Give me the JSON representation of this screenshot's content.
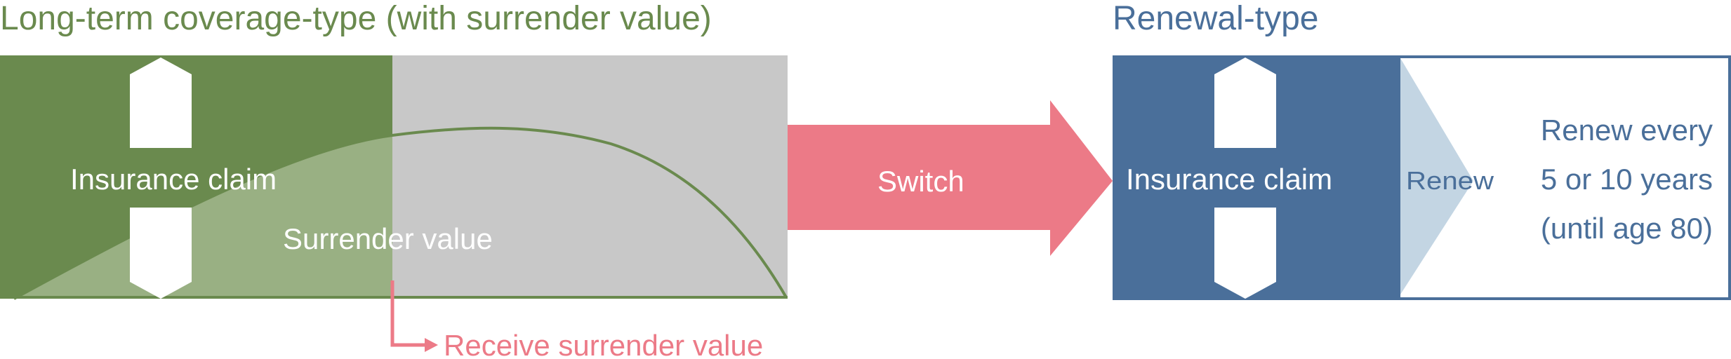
{
  "colors": {
    "green_dark": "#6a8a4e",
    "green_light": "#99b083",
    "gray": "#c8c8c8",
    "pink": "#ec7a87",
    "blue": "#4a6f9a",
    "light_blue": "#c3d5e3",
    "white": "#ffffff"
  },
  "left_panel": {
    "title": "Long-term coverage-type (with surrender value)",
    "claim_label": "Insurance claim",
    "surrender_label": "Surrender value",
    "receive_label": "Receive surrender value"
  },
  "arrow": {
    "label": "Switch"
  },
  "right_panel": {
    "title": "Renewal-type",
    "claim_label": "Insurance claim",
    "renew_label": "Renew",
    "renew_lines": [
      "Renew every",
      "5 or 10 years",
      "(until age 80)"
    ]
  }
}
